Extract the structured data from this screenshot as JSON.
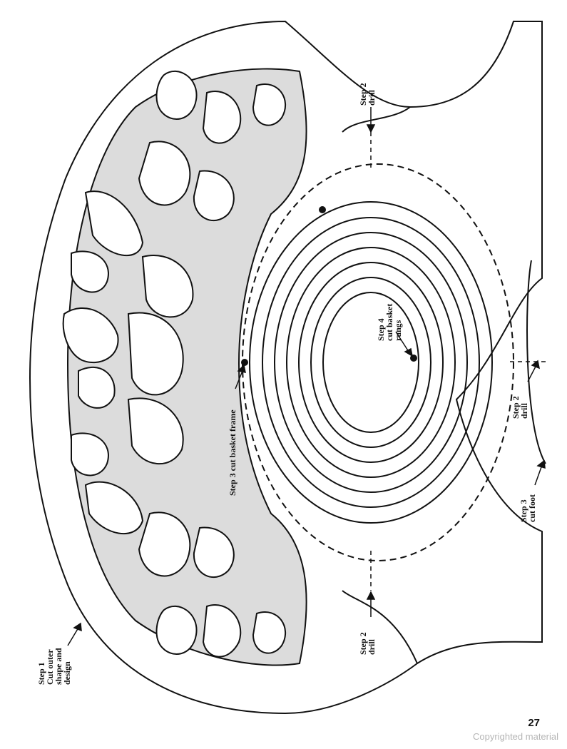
{
  "labels": {
    "step1": [
      "Step 1",
      "Cut outer",
      "shape and",
      "design"
    ],
    "step2_top": [
      "Step 2",
      "drill"
    ],
    "step2_bottom": [
      "Step 2",
      "drill"
    ],
    "step2_right": [
      "Step 2",
      "drill"
    ],
    "step3_frame": "Step 3 cut basket frame",
    "step3_foot": [
      "Step 3",
      "cut foot"
    ],
    "step4": [
      "Step 4",
      "cut basket",
      "rungs"
    ]
  },
  "page_number": "27",
  "copyright": "Copyrighted material",
  "colors": {
    "fill": "#dcdcdc",
    "stroke": "#111111"
  }
}
